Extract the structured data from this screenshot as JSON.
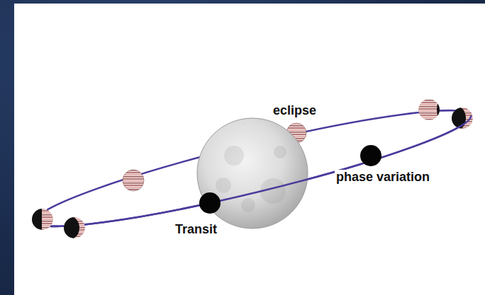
{
  "diagram": {
    "labels": [
      "eclipse",
      "phase variation",
      "Transit"
    ]
  }
}
